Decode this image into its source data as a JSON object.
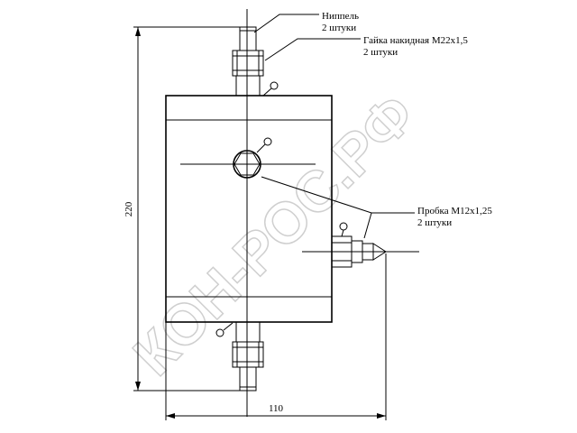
{
  "callouts": {
    "nipple": {
      "name": "Ниппель",
      "qty": "2 штуки"
    },
    "nut": {
      "name": "Гайка накидная М22х1,5",
      "qty": "2 штуки"
    },
    "plug": {
      "name": "Пробка М12х1,25",
      "qty": "2 штуки"
    }
  },
  "dimensions": {
    "height": "220",
    "width": "110"
  },
  "watermark": "КОН-РОС.РФ"
}
